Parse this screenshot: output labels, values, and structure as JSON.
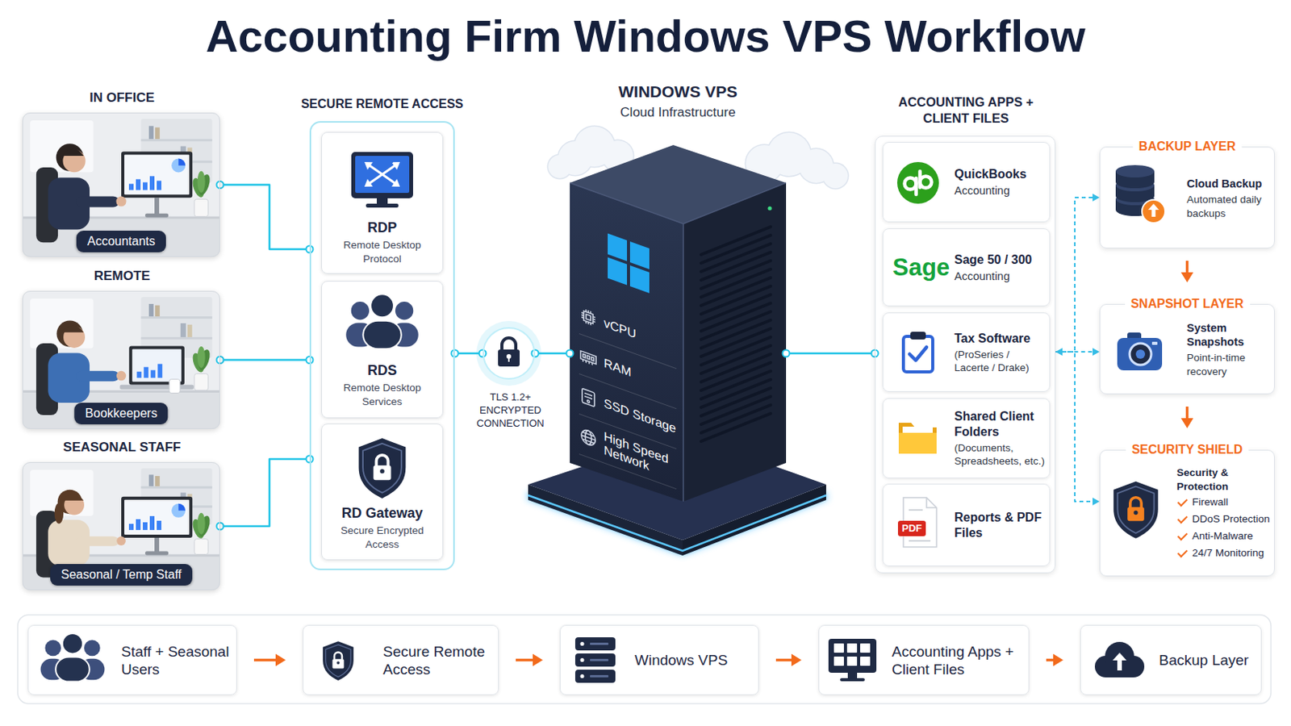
{
  "diagram": {
    "title": "Accounting Firm Windows VPS Workflow",
    "nodes": [
      {
        "text": [
          "IN OFFICE",
          "Accountants"
        ]
      },
      {
        "text": [
          "REMOTE",
          "Bookkeepers"
        ]
      },
      {
        "text": [
          "SEASONAL STAFF",
          "Seasonal / Temp Staff"
        ]
      },
      {
        "text": [
          "SECURE REMOTE ACCESS"
        ]
      },
      {
        "text": [
          "RDP",
          "Remote Desktop Protocol"
        ],
        "in": 3
      },
      {
        "text": [
          "RDS",
          "Remote Desktop Services"
        ],
        "in": 3
      },
      {
        "text": [
          "RD Gateway",
          "Secure Encrypted Access"
        ],
        "in": 3
      },
      {
        "text": [
          "TLS 1.2+ ENCRYPTED CONNECTION"
        ]
      },
      {
        "text": [
          "WINDOWS VPS",
          "Cloud Infrastructure",
          "vCPU",
          "RAM",
          "SSD Storage",
          "High Speed Network"
        ]
      },
      {
        "text": [
          "ACCOUNTING APPS + CLIENT FILES"
        ]
      },
      {
        "text": [
          "QuickBooks",
          "Accounting"
        ],
        "in": 9
      },
      {
        "text": [
          "Sage",
          "Sage 50 / 300",
          "Accounting"
        ],
        "in": 9
      },
      {
        "text": [
          "Tax Software",
          "(ProSeries / Lacerte / Drake)"
        ],
        "in": 9
      },
      {
        "text": [
          "Shared Client Folders",
          "(Documents, Spreadsheets, etc.)"
        ],
        "in": 9
      },
      {
        "text": [
          "PDF",
          "Reports & PDF Files"
        ],
        "in": 9
      },
      {
        "text": [
          "BACKUP LAYER",
          "Cloud Backup",
          "Automated daily backups"
        ]
      },
      {
        "text": [
          "SNAPSHOT LAYER",
          "System Snapshots",
          "Point-in-time recovery"
        ]
      },
      {
        "text": [
          "SECURITY SHIELD",
          "Security & Protection",
          "Firewall",
          "DDoS Protection",
          "Anti-Malware",
          "24/7 Monitoring"
        ]
      },
      {
        "text": [
          "Staff + Seasonal Users"
        ]
      },
      {
        "text": [
          "Secure Remote Access"
        ]
      },
      {
        "text": [
          "Windows VPS"
        ]
      },
      {
        "text": [
          "Accounting Apps + Client Files"
        ]
      },
      {
        "text": [
          "Backup Layer"
        ]
      }
    ],
    "edges": [
      {
        "from": 0,
        "to": 3,
        "arrow": "none"
      },
      {
        "from": 1,
        "to": 3,
        "arrow": "none"
      },
      {
        "from": 2,
        "to": 3,
        "arrow": "none"
      },
      {
        "from": 3,
        "to": 7,
        "arrow": "none"
      },
      {
        "from": 7,
        "to": 8,
        "arrow": "none"
      },
      {
        "from": 8,
        "to": 9,
        "arrow": "none"
      },
      {
        "from": 9,
        "to": 15,
        "arrow": "to"
      },
      {
        "from": 9,
        "to": 16,
        "arrow": "both"
      },
      {
        "from": 9,
        "to": 17,
        "arrow": "to"
      },
      {
        "from": 15,
        "to": 16,
        "arrow": "to"
      },
      {
        "from": 16,
        "to": 17,
        "arrow": "to"
      },
      {
        "from": 18,
        "to": 19,
        "arrow": "to"
      },
      {
        "from": 19,
        "to": 20,
        "arrow": "to"
      },
      {
        "from": 20,
        "to": 21,
        "arrow": "to"
      },
      {
        "from": 21,
        "to": 22,
        "arrow": "to"
      }
    ]
  }
}
